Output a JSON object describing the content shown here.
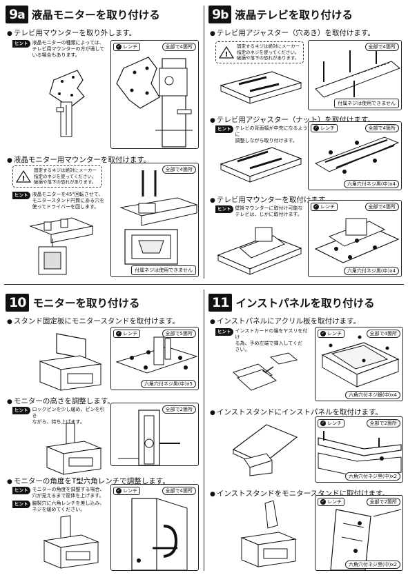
{
  "sections": {
    "s9a": {
      "num": "9",
      "sub": "a",
      "title": "液晶モニターを取り付ける"
    },
    "s9b": {
      "num": "9",
      "sub": "b",
      "title": "液晶テレビを取り付ける"
    },
    "s10": {
      "num": "10",
      "title": "モニターを取り付ける"
    },
    "s11": {
      "num": "11",
      "title": "インストパネルを取り付ける"
    }
  },
  "s9a": {
    "step1": "テレビ用マウンターを取り外します。",
    "hint1_tag": "ヒント",
    "hint1": "液晶モニターの種類によっては、\nテレビ用マウンターの方が適して\nいる場合もあります。",
    "d1": {
      "wrench": "レンチ",
      "count": "全部で4箇所"
    },
    "step2": "液晶モニター用マウンターを取付けます。",
    "caution2": "固定するネジは絶対にメーカー\n指定のネジを使ってください。\n破損や落下の恐れがあります。",
    "hint2_tag": "ヒント",
    "hint2": "液晶モニターを45°回転させて、\nモニタースタンド円筒にある穴を\n使ってドライバーを回します。",
    "d2": {
      "count": "全部で4箇所",
      "note": "付属ネジは使用できません"
    }
  },
  "s9b": {
    "step1": "テレビ用アジャスター（穴あき）を取付けます。",
    "caution1": "固定するネジは絶対にメーカー\n指定のネジを使ってください。\n破損や落下の恐れがあります。",
    "d1": {
      "count": "全部で4箇所",
      "note": "付属ネジは使用できません"
    },
    "step2": "テレビ用アジャスター（ナット）を取付けます。",
    "hint2_tag": "ヒント",
    "hint2": "テレビの背面幅が中央になるように\n調整しながら取り付けます。",
    "d2": {
      "wrench": "レンチ",
      "count": "全部で4箇所",
      "screw": "六角穴付ネジ黒(中)x4"
    },
    "step3": "テレビ用マウンターを取付けます。",
    "hint3_tag": "ヒント",
    "hint3": "壁掛マウンターに取付け可能な\nテレビは、じかに取付けます。",
    "d3": {
      "wrench": "レンチ",
      "count": "全部で4箇所",
      "screw": "六角穴付ネジ黒(中)x4"
    }
  },
  "s10": {
    "step1": "スタンド固定板にモニタースタンドを取付けます。",
    "d1": {
      "wrench": "レンチ",
      "count": "全部で5箇所",
      "screw": "六角穴付ネジ黒(中)x5"
    },
    "step2": "モニターの高さを調整します。",
    "hint2_tag": "ヒント",
    "hint2": "ロックピンを少し緩め、ピンを引き\nながら、持ち上げます。",
    "d2": {
      "count": "全部で2箇所"
    },
    "step3": "モニターの角度をT型六角レンチで調整します。",
    "hint3a_tag": "ヒント",
    "hint3a": "モニターの角度を調整する場合、\n穴が見えるまで筐体を上げます。",
    "hint3b_tag": "ヒント",
    "hint3b": "脇製穴に六角レンチを差し込み、\nネジを緩めてください。",
    "d3": {
      "wrench": "レンチ",
      "count": "全部で4箇所"
    }
  },
  "s11": {
    "step1": "インストパネルにアクリル板を取付けます。",
    "hint1_tag": "ヒント",
    "hint1": "インストカードの端をヤスリを付け\nる為、予め左端で挿入してくだ\nさい。",
    "d1": {
      "wrench": "レンチ",
      "count": "全部で4箇所",
      "screw": "六角穴付ネジ銀(中)x4"
    },
    "step2": "インストスタンドにインストパネルを取付けます。",
    "d2": {
      "wrench": "レンチ",
      "count": "全部で2箇所",
      "screw": "六角穴付ネジ黒(中)x2"
    },
    "step3": "インストスタンドをモニタースタンドに取付けます。",
    "d3": {
      "wrench": "レンチ",
      "count": "全部で2箇所",
      "screw": "六角穴付ネジ黒(中)x2"
    }
  }
}
